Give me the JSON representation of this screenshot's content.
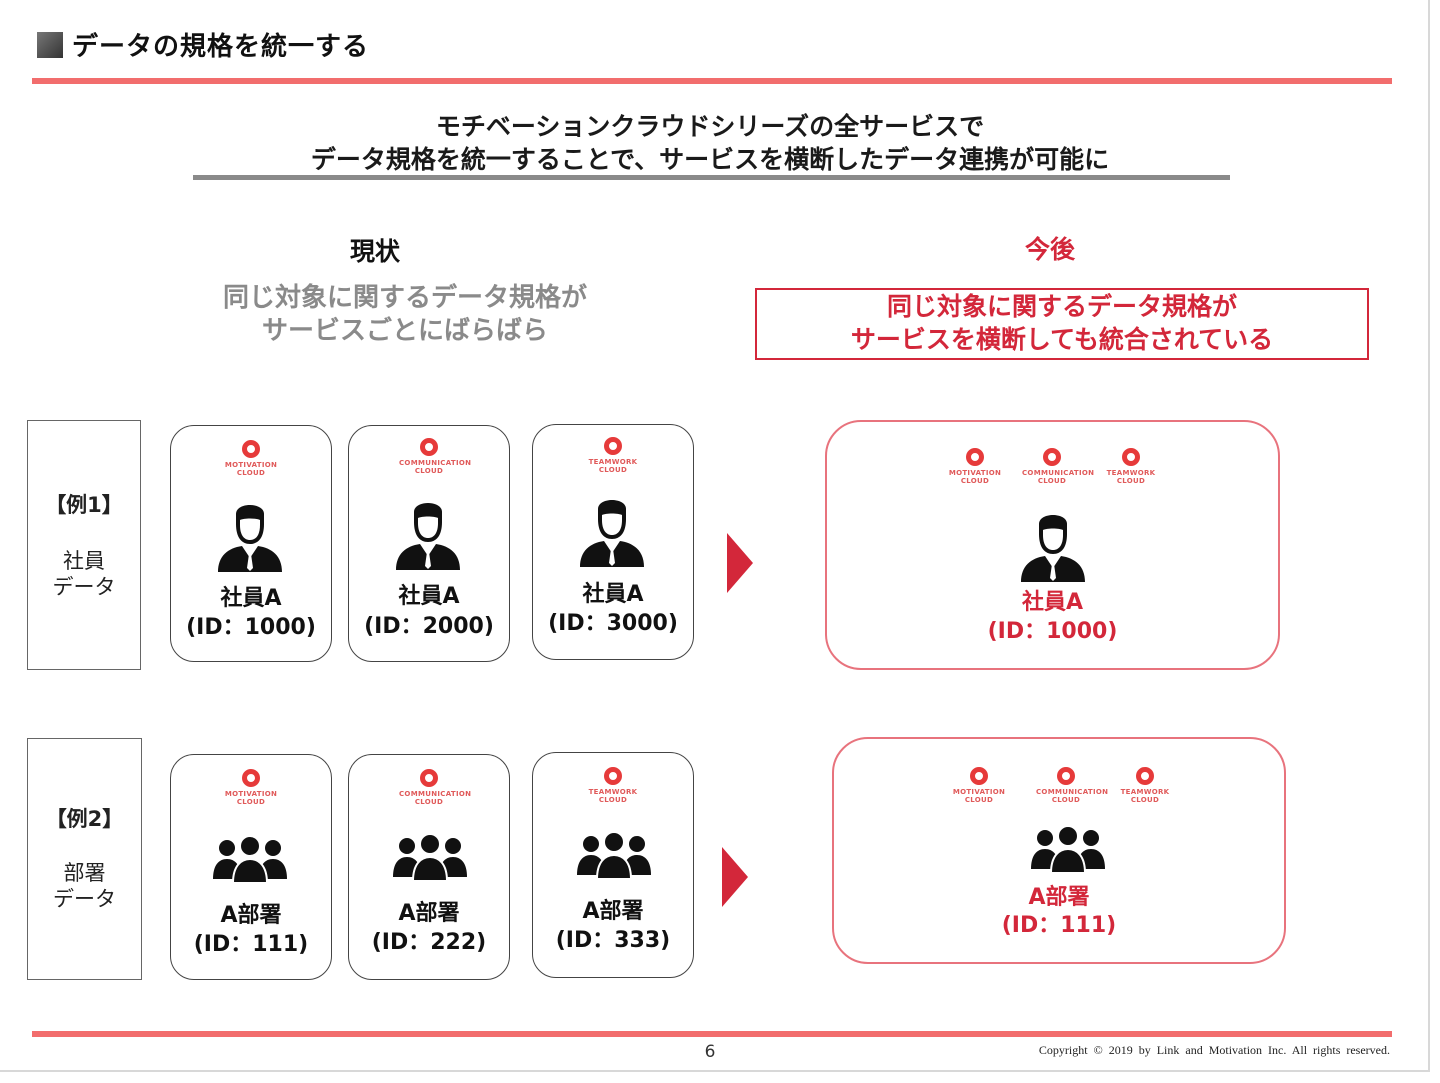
{
  "header": {
    "title": "データの規格を統一する"
  },
  "headline": {
    "line1": "モチベーションクラウドシリーズの全サービスで",
    "line2": "データ規格を統一することで、サービスを横断したデータ連携が可能に"
  },
  "current": {
    "title": "現状",
    "desc_line1": "同じ対象に関するデータ規格が",
    "desc_line2": "サービスごとにばらばら"
  },
  "future": {
    "title": "今後",
    "desc_line1": "同じ対象に関するデータ規格が",
    "desc_line2": "サービスを横断しても統合されている"
  },
  "examples": [
    {
      "label": "【例1】",
      "type_line1": "社員",
      "type_line2": "データ",
      "cards": [
        {
          "logo_line1": "MOTIVATION",
          "logo_line2": "CLOUD",
          "name": "社員A",
          "id": "(ID：1000)"
        },
        {
          "logo_line1": "COMMUNICATION",
          "logo_line2": "CLOUD",
          "name": "社員A",
          "id": "(ID：2000)"
        },
        {
          "logo_line1": "TEAMWORK",
          "logo_line2": "CLOUD",
          "name": "社員A",
          "id": "(ID：3000)"
        }
      ],
      "merged": {
        "logos": [
          {
            "line1": "MOTIVATION",
            "line2": "CLOUD"
          },
          {
            "line1": "COMMUNICATION",
            "line2": "CLOUD"
          },
          {
            "line1": "TEAMWORK",
            "line2": "CLOUD"
          }
        ],
        "name": "社員A",
        "id": "(ID：1000)"
      }
    },
    {
      "label": "【例2】",
      "type_line1": "部署",
      "type_line2": "データ",
      "cards": [
        {
          "logo_line1": "MOTIVATION",
          "logo_line2": "CLOUD",
          "name": "A部署",
          "id": "(ID：111)"
        },
        {
          "logo_line1": "COMMUNICATION",
          "logo_line2": "CLOUD",
          "name": "A部署",
          "id": "(ID：222)"
        },
        {
          "logo_line1": "TEAMWORK",
          "logo_line2": "CLOUD",
          "name": "A部署",
          "id": "(ID：333)"
        }
      ],
      "merged": {
        "logos": [
          {
            "line1": "MOTIVATION",
            "line2": "CLOUD"
          },
          {
            "line1": "COMMUNICATION",
            "line2": "CLOUD"
          },
          {
            "line1": "TEAMWORK",
            "line2": "CLOUD"
          }
        ],
        "name": "A部署",
        "id": "(ID：111)"
      }
    }
  ],
  "icons": {
    "person": "person-icon",
    "group": "group-icon",
    "arrow": "arrow-right-icon"
  },
  "colors": {
    "accent": "#d3273a",
    "rule": "#f26d6d",
    "logo": "#e63a3a"
  },
  "footer": {
    "page": "6",
    "copyright": "Copyright ©  2019 by Link and Motivation Inc. All rights reserved."
  }
}
